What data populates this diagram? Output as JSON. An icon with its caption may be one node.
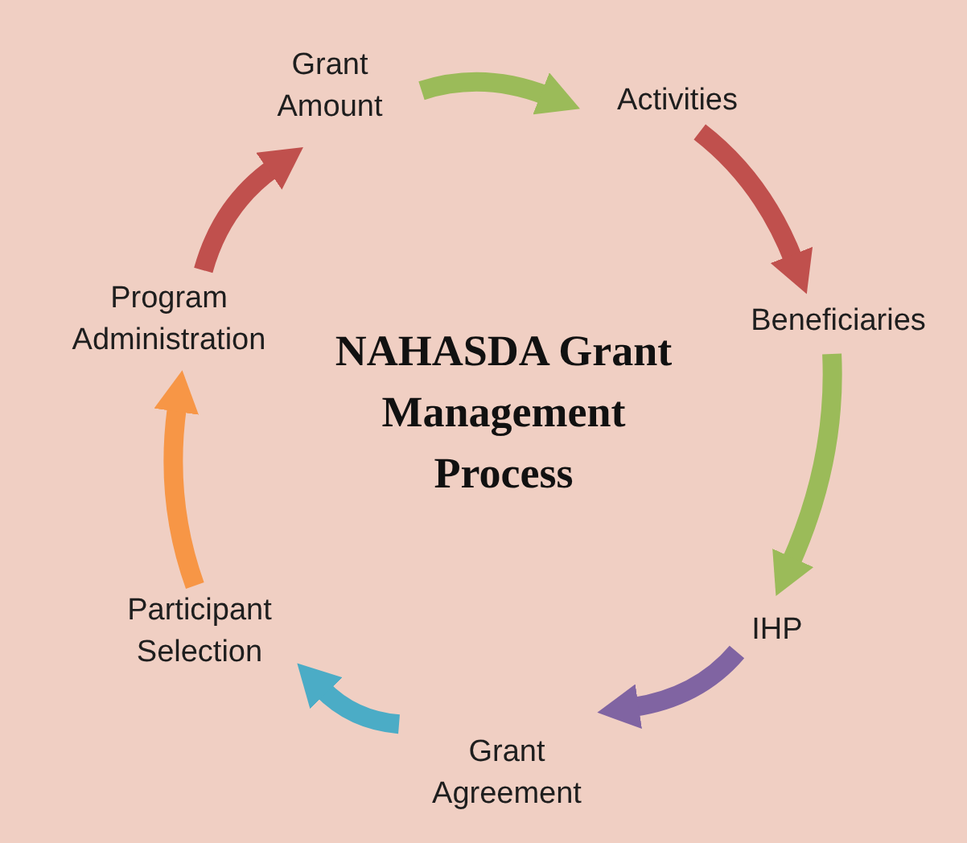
{
  "diagram": {
    "title": "NAHASDA Grant Management Process",
    "nodes": [
      {
        "text": [
          "Grant Amount"
        ]
      },
      {
        "text": [
          "Activities"
        ]
      },
      {
        "text": [
          "Beneficiaries"
        ]
      },
      {
        "text": [
          "IHP"
        ]
      },
      {
        "text": [
          "Grant Agreement"
        ]
      },
      {
        "text": [
          "Participant Selection"
        ]
      },
      {
        "text": [
          "Program Administration"
        ]
      }
    ],
    "edges": [
      {
        "from": 0,
        "to": 1,
        "arrow": "to",
        "color": "#9bbb59"
      },
      {
        "from": 1,
        "to": 2,
        "arrow": "to",
        "color": "#c0504d"
      },
      {
        "from": 2,
        "to": 3,
        "arrow": "to",
        "color": "#9bbb59"
      },
      {
        "from": 3,
        "to": 4,
        "arrow": "to",
        "color": "#8064a2"
      },
      {
        "from": 4,
        "to": 5,
        "arrow": "to",
        "color": "#4bacc6"
      },
      {
        "from": 5,
        "to": 6,
        "arrow": "to",
        "color": "#f79646"
      },
      {
        "from": 6,
        "to": 0,
        "arrow": "to",
        "color": "#c0504d"
      }
    ]
  }
}
